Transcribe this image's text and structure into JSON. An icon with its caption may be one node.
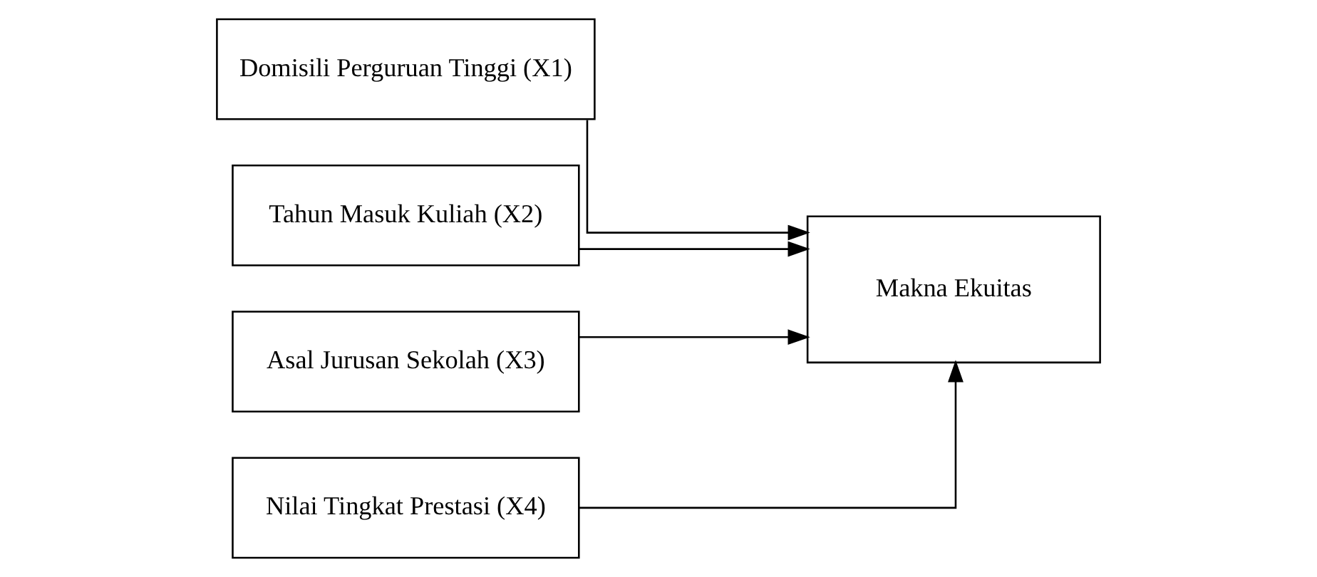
{
  "diagram": {
    "nodes": [
      {
        "text": [
          "Domisili Perguruan Tinggi (X1)"
        ]
      },
      {
        "text": [
          "Tahun Masuk Kuliah (X2)"
        ]
      },
      {
        "text": [
          "Asal Jurusan Sekolah (X3)"
        ]
      },
      {
        "text": [
          "Nilai Tingkat Prestasi (X4)"
        ]
      },
      {
        "text": [
          "Makna Ekuitas"
        ]
      }
    ],
    "edges": [
      {
        "from": 0,
        "to": 4,
        "arrow": "to"
      },
      {
        "from": 1,
        "to": 4,
        "arrow": "to"
      },
      {
        "from": 2,
        "to": 4,
        "arrow": "to"
      },
      {
        "from": 3,
        "to": 4,
        "arrow": "to"
      }
    ]
  }
}
